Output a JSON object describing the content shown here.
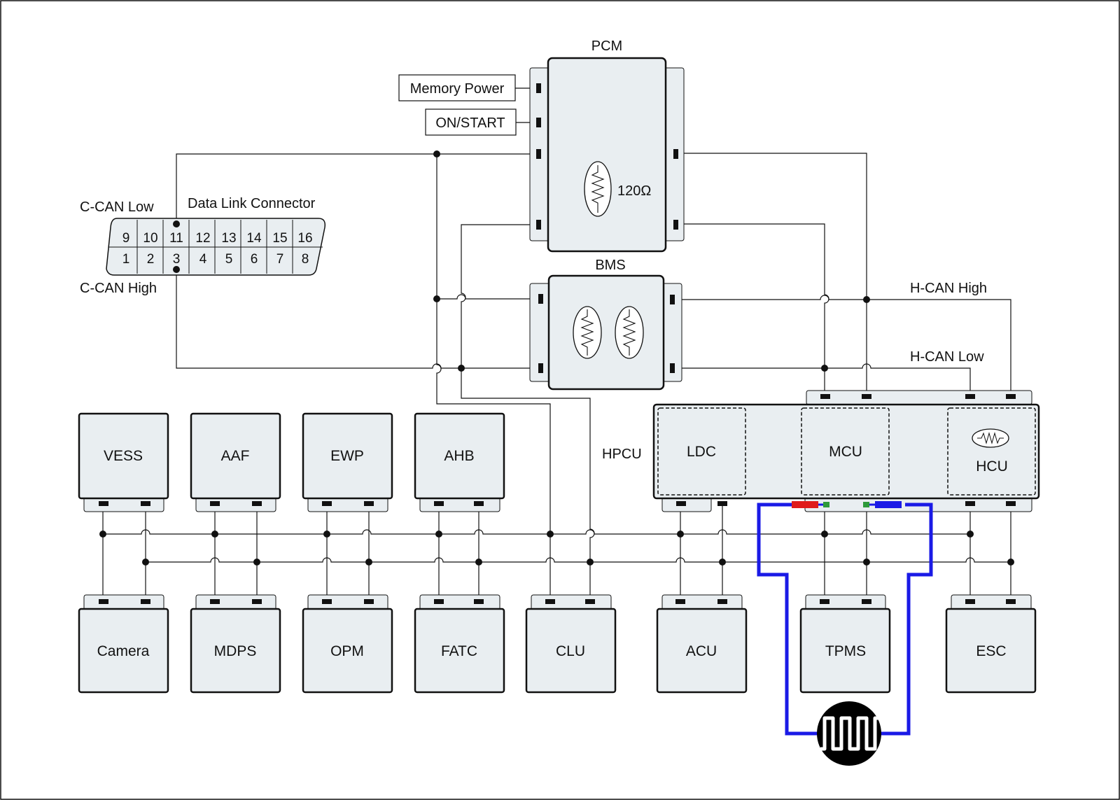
{
  "dlc": {
    "title": "Data Link Connector",
    "pins_top": [
      "9",
      "10",
      "11",
      "12",
      "13",
      "14",
      "15",
      "16"
    ],
    "pins_bottom": [
      "1",
      "2",
      "3",
      "4",
      "5",
      "6",
      "7",
      "8"
    ],
    "c_can_low": "C-CAN Low",
    "c_can_high": "C-CAN High"
  },
  "inputs": {
    "memory_power": "Memory Power",
    "on_start": "ON/START"
  },
  "pcm": {
    "name": "PCM",
    "resistor": "120Ω"
  },
  "bms": {
    "name": "BMS"
  },
  "h_can": {
    "high": "H-CAN High",
    "low": "H-CAN Low"
  },
  "hpcu": {
    "name": "HPCU",
    "ldc": "LDC",
    "mcu": "MCU",
    "hcu": "HCU"
  },
  "modules_top": [
    "VESS",
    "AAF",
    "EWP",
    "AHB"
  ],
  "modules_bottom": [
    "Camera",
    "MDPS",
    "OPM",
    "FATC",
    "CLU",
    "ACU",
    "TPMS",
    "ESC"
  ],
  "colors": {
    "line": "#111111",
    "module_fill": "#e9eef1",
    "tool_wire": "#1a1ae6",
    "probe_red": "#e01b1b",
    "probe_green": "#2e9a3a",
    "tool_body": "#000000"
  },
  "icons": [
    "oscilloscope-icon",
    "resistor-icon"
  ]
}
